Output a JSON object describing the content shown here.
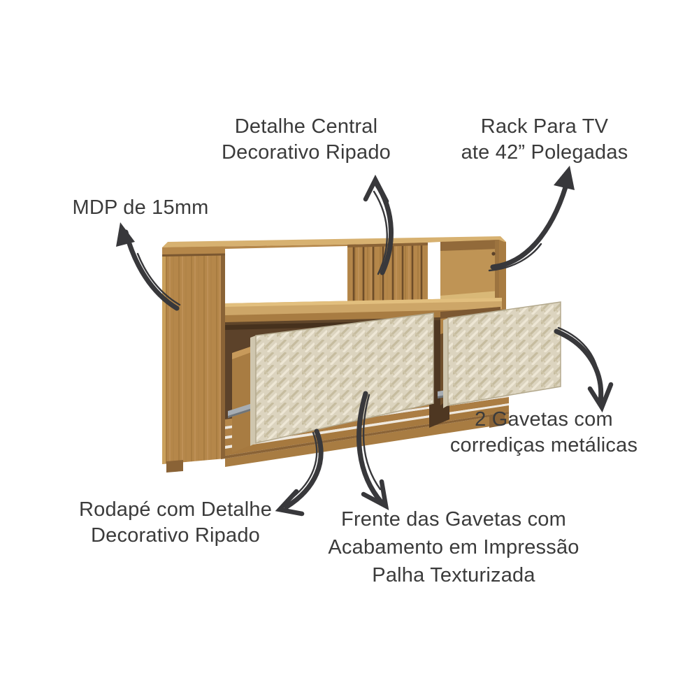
{
  "title": "Rack para TV - diagrama de características do produto",
  "background_color": "#ffffff",
  "text_color": "#3b3b3b",
  "arrow_color": "#38383b",
  "palette": {
    "wood": "#b5874a",
    "wood_light": "#cda668",
    "wood_highlight": "#e2bf7e",
    "wood_dark": "#8a6336",
    "wood_edge": "#6b4b28",
    "interior_shadow": "#5c422a",
    "straw_base": "#dcd4bf",
    "straw_dark": "#c6bc9f",
    "straw_light": "#eee7d5",
    "metal_slide": "#a7adb3"
  },
  "callouts": {
    "central": {
      "lines": [
        "Detalhe Central",
        "Decorativo Ripado"
      ]
    },
    "rack_tv": {
      "lines": [
        "Rack Para TV",
        "ate 42” Polegadas"
      ]
    },
    "mdp": {
      "lines": [
        "MDP de 15mm"
      ]
    },
    "gavetas": {
      "lines": [
        "2 Gavetas com",
        "corrediças metálicas"
      ]
    },
    "rodape": {
      "lines": [
        "Rodapé com Detalhe",
        "Decorativo Ripado"
      ]
    },
    "frente": {
      "lines": [
        "Frente das Gavetas com",
        "Acabamento em Impressão",
        "Palha Texturizada"
      ]
    }
  }
}
